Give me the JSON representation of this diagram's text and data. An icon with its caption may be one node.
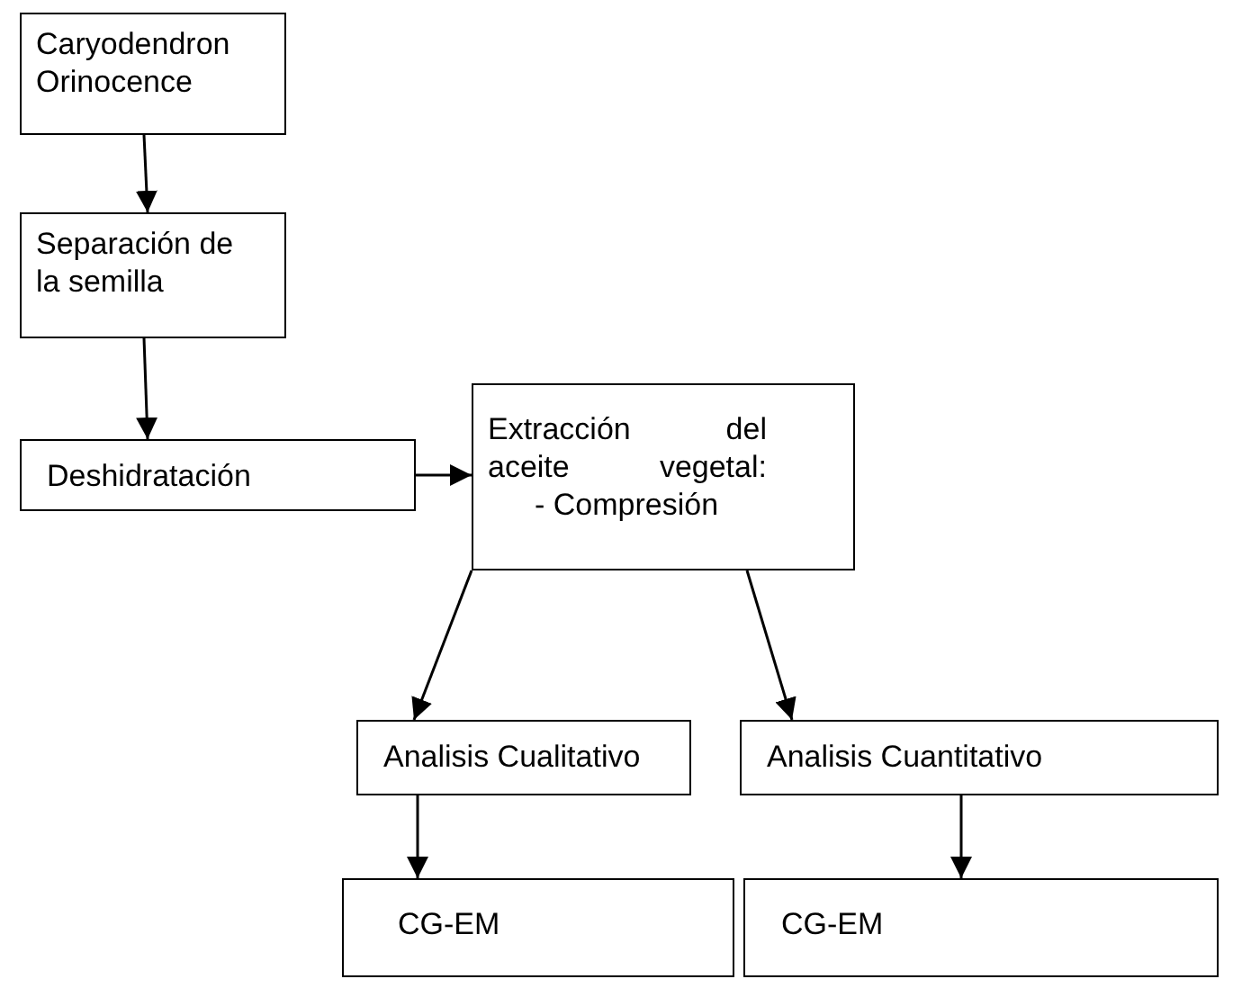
{
  "diagram": {
    "nodes": [
      {
        "text": [
          "Caryodendron Orinocence"
        ]
      },
      {
        "text": [
          "Separación de la semilla"
        ]
      },
      {
        "text": [
          "Deshidratación"
        ]
      },
      {
        "text": [
          "Extracción del aceite vegetal:",
          "- Compresión"
        ]
      },
      {
        "text": [
          "Analisis Cualitativo"
        ]
      },
      {
        "text": [
          "Analisis Cuantitativo"
        ]
      },
      {
        "text": [
          "CG-EM"
        ]
      },
      {
        "text": [
          "CG-EM"
        ]
      }
    ],
    "edges": [
      {
        "from": 0,
        "to": 1,
        "arrow": "to"
      },
      {
        "from": 1,
        "to": 2,
        "arrow": "to"
      },
      {
        "from": 2,
        "to": 3,
        "arrow": "to"
      },
      {
        "from": 3,
        "to": 4,
        "arrow": "to"
      },
      {
        "from": 3,
        "to": 5,
        "arrow": "to"
      },
      {
        "from": 4,
        "to": 6,
        "arrow": "to"
      },
      {
        "from": 5,
        "to": 7,
        "arrow": "to"
      }
    ]
  }
}
